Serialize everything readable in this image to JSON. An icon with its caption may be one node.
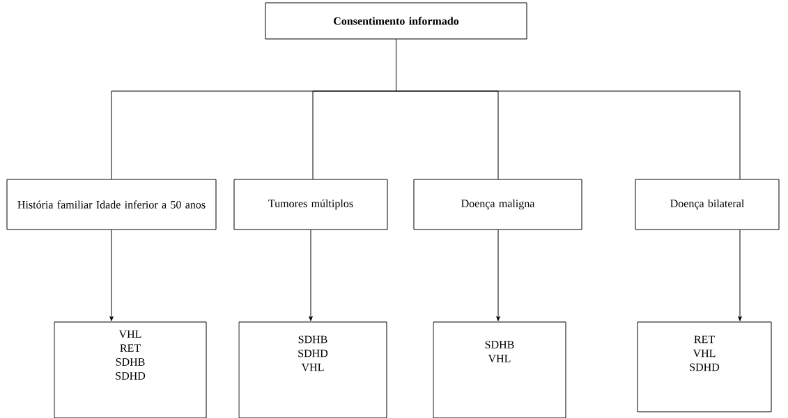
{
  "diagram": {
    "nodes": [
      {
        "text": [
          "Consentimento informado"
        ]
      },
      {
        "text": [
          "História familiar Idade inferior a 50 anos"
        ]
      },
      {
        "text": [
          "Tumores múltiplos"
        ]
      },
      {
        "text": [
          "Doença maligna"
        ]
      },
      {
        "text": [
          "Doença bilateral"
        ]
      },
      {
        "text": [
          "VHL",
          "RET",
          "SDHB",
          "SDHD"
        ]
      },
      {
        "text": [
          "SDHB",
          "SDHD",
          "VHL"
        ]
      },
      {
        "text": [
          "SDHB",
          "VHL"
        ]
      },
      {
        "text": [
          "RET",
          "VHL",
          "SDHD"
        ]
      }
    ],
    "edges": [
      {
        "from": 0,
        "to": 1,
        "arrow": "none"
      },
      {
        "from": 0,
        "to": 2,
        "arrow": "none"
      },
      {
        "from": 0,
        "to": 3,
        "arrow": "none"
      },
      {
        "from": 0,
        "to": 4,
        "arrow": "none"
      },
      {
        "from": 1,
        "to": 5,
        "arrow": "to"
      },
      {
        "from": 2,
        "to": 6,
        "arrow": "to"
      },
      {
        "from": 3,
        "to": 7,
        "arrow": "to"
      },
      {
        "from": 4,
        "to": 8,
        "arrow": "to"
      }
    ]
  }
}
